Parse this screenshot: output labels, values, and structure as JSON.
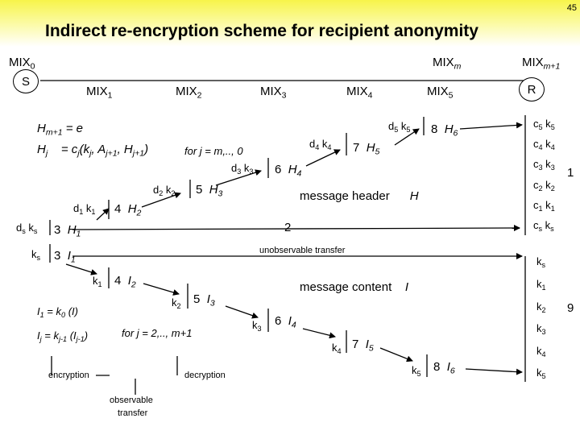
{
  "page_number": "45",
  "title": "Indirect re-encryption scheme for recipient anonymity",
  "nodes": {
    "mix0": "MIX",
    "mix0_sub": "0",
    "mixm": "MIX",
    "mixm_sub": "m",
    "mixm1": "MIX",
    "mixm1_sub": "m+1",
    "s": "S",
    "r": "R",
    "mix1": "MIX",
    "mix1_sub": "1",
    "mix2": "MIX",
    "mix2_sub": "2",
    "mix3": "MIX",
    "mix3_sub": "3",
    "mix4": "MIX",
    "mix4_sub": "4",
    "mix5": "MIX",
    "mix5_sub": "5"
  },
  "header": {
    "hm1_def": "H",
    "hm1_sub": "m+1",
    "hm1_rhs": " = e",
    "hj": "H",
    "hj_sub": "j",
    "hj_eq": "= c",
    "hj_eq_sub": "j",
    "hj_args": "(k",
    "hj_a1": "j",
    "hj_a": ", A",
    "hj_a2": "j+1",
    "hj_h": ", H",
    "hj_a3": "j+1",
    "hj_close": ")",
    "for_m": "for  j = m,.., 0",
    "steps": [
      {
        "key": "d",
        "ks": "1",
        "k": " k",
        "kk": "1",
        "num": "4",
        "h": "H",
        "hs": "2"
      },
      {
        "key": "d",
        "ks": "2",
        "k": " k",
        "kk": "2",
        "num": "5",
        "h": "H",
        "hs": "3"
      },
      {
        "key": "d",
        "ks": "3",
        "k": " k",
        "kk": "3",
        "num": "6",
        "h": "H",
        "hs": "4"
      },
      {
        "key": "d",
        "ks": "4",
        "k": " k",
        "kk": "4",
        "num": "7",
        "h": "H",
        "hs": "5"
      },
      {
        "key": "d",
        "ks": "5",
        "k": " k",
        "kk": "5",
        "num": "8",
        "h": "H",
        "hs": "6"
      }
    ],
    "ds_ks": "d",
    "ds_ks_s": "s",
    "ds_k": " k",
    "ds_k_s": "s",
    "step3": "3",
    "step3_h": "H",
    "step3_hs": "1",
    "label": "message header",
    "label_h": "H",
    "two": "2"
  },
  "right_keys": {
    "c5": "c",
    "c5s": "5",
    "c5k": " k",
    "c5ks": "5",
    "c4": "c",
    "c4s": "4",
    "c4k": " k",
    "c4ks": "4",
    "c3": "c",
    "c3s": "3",
    "c3k": " k",
    "c3ks": "3",
    "c2": "c",
    "c2s": "2",
    "c2k": " k",
    "c2ks": "2",
    "c1": "c",
    "c1s": "1",
    "c1k": " k",
    "c1ks": "1",
    "cs": "c",
    "css": "s",
    "csk": " k",
    "csks": "s",
    "one": "1",
    "k_list": [
      {
        "k": "k",
        "s": "s"
      },
      {
        "k": "k",
        "s": "1"
      },
      {
        "k": "k",
        "s": "2"
      },
      {
        "k": "k",
        "s": "3"
      },
      {
        "k": "k",
        "s": "4"
      },
      {
        "k": "k",
        "s": "5"
      }
    ],
    "nine": "9"
  },
  "content": {
    "unobservable": "unobservable transfer",
    "ks": "k",
    "ks_s": "s",
    "step3": "3",
    "step3_i": "I",
    "step3_is": "1",
    "steps": [
      {
        "k": "k",
        "ks": "1",
        "num": "4",
        "i": "I",
        "is": "2"
      },
      {
        "k": "k",
        "ks": "2",
        "num": "5",
        "i": "I",
        "is": "3"
      },
      {
        "k": "k",
        "ks": "3",
        "num": "6",
        "i": "I",
        "is": "4"
      },
      {
        "k": "k",
        "ks": "4",
        "num": "7",
        "i": "I",
        "is": "5"
      },
      {
        "k": "k",
        "ks": "5",
        "num": "8",
        "i": "I",
        "is": "6"
      }
    ],
    "label": "message content",
    "label_i": "I",
    "i1": "I",
    "i1s": "1",
    "i1eq": " = k",
    "i1k": "0",
    "i1arg": " (I)",
    "ij": "I",
    "ijs": "j",
    "ijeq": " = k",
    "ijk": "j-1",
    "ijarg": " (I",
    "ijargs": "j-1",
    "ijclose": ")",
    "for_j": "for  j = 2,.., m+1"
  },
  "legend": {
    "encryption": "encryption",
    "decryption": "decryption",
    "observable_line1": "observable",
    "observable_line2": "transfer"
  }
}
